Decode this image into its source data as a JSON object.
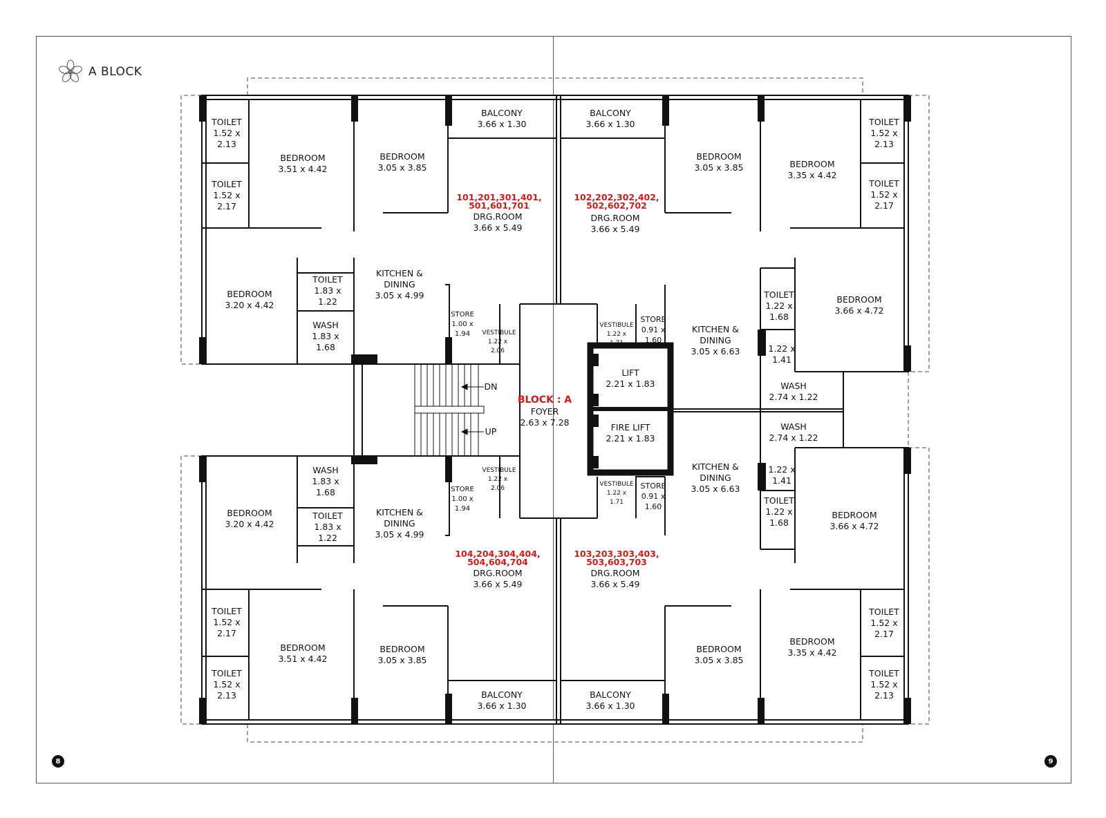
{
  "brand": {
    "logo": "flower-logo-icon",
    "title": "A BLOCK"
  },
  "pages": {
    "left": "8",
    "right": "9"
  },
  "center": {
    "block_title": "BLOCK : A",
    "foyer": [
      "FOYER",
      "2.63 x 7.28"
    ],
    "lift": [
      "LIFT",
      "2.21 x 1.83"
    ],
    "fire_lift": [
      "FIRE LIFT",
      "2.21 x 1.83"
    ],
    "stair_dn": "DN",
    "stair_up": "UP",
    "wash_right_top": [
      "WASH",
      "2.74 x 1.22"
    ],
    "wash_right_bottom": [
      "WASH",
      "2.74 x 1.22"
    ]
  },
  "units": {
    "tl": {
      "unit_nos": [
        "101,201,301,401,",
        "501,601,701"
      ],
      "balcony": [
        "BALCONY",
        "3.66 x 1.30"
      ],
      "drg": [
        "DRG.ROOM",
        "3.66 x 5.49"
      ],
      "toilet1": [
        "TOILET",
        "1.52 x",
        "2.13"
      ],
      "toilet2": [
        "TOILET",
        "1.52 x",
        "2.17"
      ],
      "bed1": [
        "BEDROOM",
        "3.51 x 4.42"
      ],
      "bed2": [
        "BEDROOM",
        "3.05 x 3.85"
      ],
      "bed3": [
        "BEDROOM",
        "3.20 x 4.42"
      ],
      "toilet3": [
        "TOILET",
        "1.83 x",
        "1.22"
      ],
      "wash": [
        "WASH",
        "1.83 x",
        "1.68"
      ],
      "kitchen": [
        "KITCHEN &",
        "DINING",
        "3.05 x 4.99"
      ],
      "store": [
        "STORE",
        "1.00 x",
        "1.94"
      ],
      "vestibule": [
        "VESTIBULE",
        "1.22 x",
        "2.06"
      ]
    },
    "tr": {
      "unit_nos": [
        "102,202,302,402,",
        "502,602,702"
      ],
      "balcony": [
        "BALCONY",
        "3.66 x 1.30"
      ],
      "drg": [
        "DRG.ROOM",
        "3.66 x 5.49"
      ],
      "bed1": [
        "BEDROOM",
        "3.05 x 3.85"
      ],
      "bed2": [
        "BEDROOM",
        "3.35 x 4.42"
      ],
      "toilet1": [
        "TOILET",
        "1.52 x",
        "2.13"
      ],
      "toilet2": [
        "TOILET",
        "1.52 x",
        "2.17"
      ],
      "toilet3": [
        "TOILET",
        "1.22 x",
        "1.68"
      ],
      "small": [
        "1.22 x",
        "1.41"
      ],
      "bed3": [
        "BEDROOM",
        "3.66 x 4.72"
      ],
      "kitchen": [
        "KITCHEN &",
        "DINING",
        "3.05 x 6.63"
      ],
      "store": [
        "STORE",
        "0.91 x",
        "1.60"
      ],
      "vestibule": [
        "VESTIBULE",
        "1.22 x",
        "1.71"
      ]
    },
    "bl": {
      "unit_nos": [
        "104,204,304,404,",
        "504,604,704"
      ],
      "balcony": [
        "BALCONY",
        "3.66 x 1.30"
      ],
      "drg": [
        "DRG.ROOM",
        "3.66 x 5.49"
      ],
      "wash": [
        "WASH",
        "1.83 x",
        "1.68"
      ],
      "bed3": [
        "BEDROOM",
        "3.20 x 4.42"
      ],
      "toilet3": [
        "TOILET",
        "1.83 x",
        "1.22"
      ],
      "kitchen": [
        "KITCHEN &",
        "DINING",
        "3.05 x 4.99"
      ],
      "store": [
        "STORE",
        "1.00 x",
        "1.94"
      ],
      "vestibule": [
        "VESTIBULE",
        "1.22 x",
        "2.06"
      ],
      "toilet2": [
        "TOILET",
        "1.52 x",
        "2.17"
      ],
      "toilet1": [
        "TOILET",
        "1.52 x",
        "2.13"
      ],
      "bed1": [
        "BEDROOM",
        "3.51 x 4.42"
      ],
      "bed2": [
        "BEDROOM",
        "3.05 x 3.85"
      ]
    },
    "br": {
      "unit_nos": [
        "103,203,303,403,",
        "503,603,703"
      ],
      "balcony": [
        "BALCONY",
        "3.66 x 1.30"
      ],
      "drg": [
        "DRG.ROOM",
        "3.66 x 5.49"
      ],
      "vestibule": [
        "VESTIBULE",
        "1.22 x",
        "1.71"
      ],
      "store": [
        "STORE",
        "0.91 x",
        "1.60"
      ],
      "kitchen": [
        "KITCHEN &",
        "DINING",
        "3.05 x 6.63"
      ],
      "small": [
        "1.22 x",
        "1.41"
      ],
      "toilet3": [
        "TOILET",
        "1.22 x",
        "1.68"
      ],
      "bed3": [
        "BEDROOM",
        "3.66 x 4.72"
      ],
      "bed1": [
        "BEDROOM",
        "3.05 x 3.85"
      ],
      "bed2": [
        "BEDROOM",
        "3.35 x 4.42"
      ],
      "toilet2": [
        "TOILET",
        "1.52 x",
        "2.17"
      ],
      "toilet1": [
        "TOILET",
        "1.52 x",
        "2.13"
      ]
    }
  }
}
